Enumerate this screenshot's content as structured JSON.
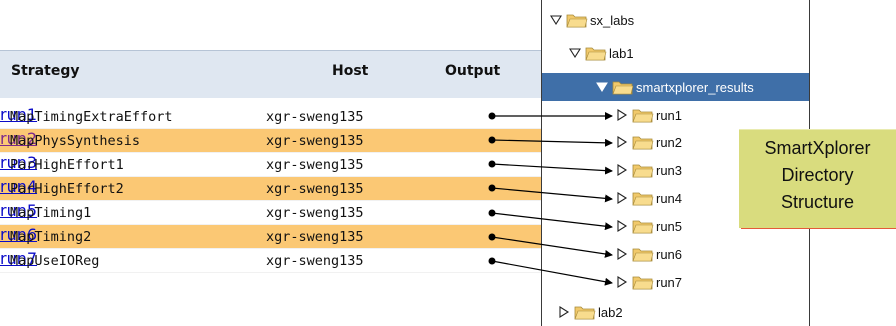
{
  "table": {
    "headers": [
      "Strategy",
      "Host",
      "Output"
    ],
    "rows": [
      {
        "strategy": "MapTimingExtraEffort",
        "host": "xgr-sweng135",
        "output": "run1",
        "highlighted": false,
        "visited": false
      },
      {
        "strategy": "MapPhysSynthesis",
        "host": "xgr-sweng135",
        "output": "run2",
        "highlighted": true,
        "visited": true
      },
      {
        "strategy": "ParHighEffort1",
        "host": "xgr-sweng135",
        "output": "run3",
        "highlighted": false,
        "visited": false
      },
      {
        "strategy": "ParHighEffort2",
        "host": "xgr-sweng135",
        "output": "run4",
        "highlighted": true,
        "visited": false
      },
      {
        "strategy": "MapTiming1",
        "host": "xgr-sweng135",
        "output": "run5",
        "highlighted": false,
        "visited": false
      },
      {
        "strategy": "MapTiming2",
        "host": "xgr-sweng135",
        "output": "run6",
        "highlighted": true,
        "visited": false
      },
      {
        "strategy": "MapUseIOReg",
        "host": "xgr-sweng135",
        "output": "run7",
        "highlighted": false,
        "visited": false
      }
    ]
  },
  "tree": {
    "root": "sx_labs",
    "lab1": "lab1",
    "results": "smartxplorer_results",
    "runs": [
      "run1",
      "run2",
      "run3",
      "run4",
      "run5",
      "run6",
      "run7"
    ],
    "lab2": "lab2"
  },
  "note": {
    "lines": [
      "SmartXplorer",
      "Directory",
      "Structure"
    ]
  },
  "colors": {
    "row_highlight": "#fbc874",
    "header_bg": "#dfe7f1",
    "selected_bg": "#3f6fa8",
    "note_bg": "#d9dc7e",
    "note_shadow": "#e45a3a",
    "link": "#0b0cc8",
    "link_visited": "#7c2a8c",
    "folder": "#f1c96b"
  }
}
